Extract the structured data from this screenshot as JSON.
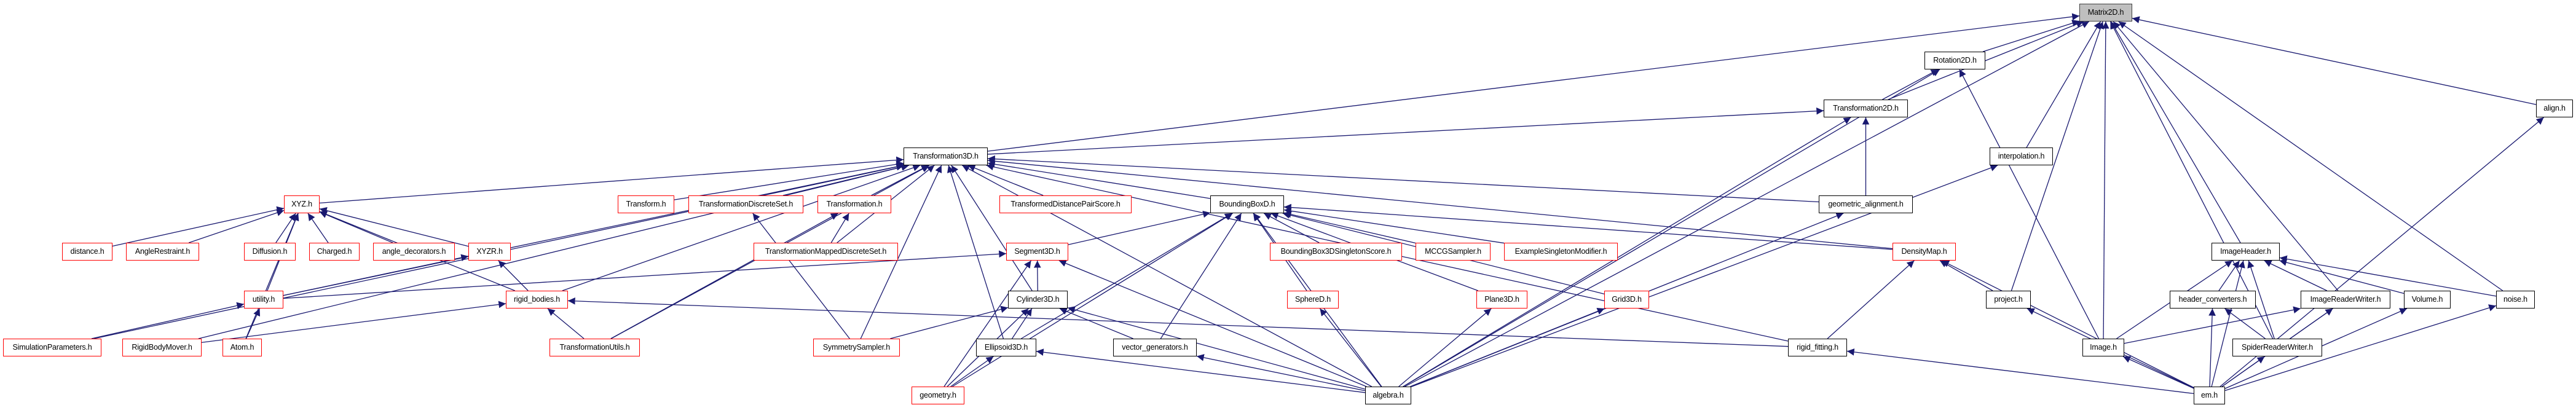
{
  "colors": {
    "edge": "#191970",
    "red_border": "#ff0000",
    "black_border": "#000000",
    "root_fill": "#bfbfbf"
  },
  "nodes": [
    {
      "label": "Matrix2D.h",
      "kind": "root"
    },
    {
      "label": "Rotation2D.h",
      "kind": "normal"
    },
    {
      "label": "Transformation2D.h",
      "kind": "normal"
    },
    {
      "label": "align.h",
      "kind": "normal"
    },
    {
      "label": "Transformation3D.h",
      "kind": "normal"
    },
    {
      "label": "interpolation.h",
      "kind": "normal"
    },
    {
      "label": "XYZ.h",
      "kind": "truncated"
    },
    {
      "label": "Transform.h",
      "kind": "truncated"
    },
    {
      "label": "TransformationDiscreteSet.h",
      "kind": "truncated"
    },
    {
      "label": "Transformation.h",
      "kind": "truncated"
    },
    {
      "label": "TransformedDistancePairScore.h",
      "kind": "truncated"
    },
    {
      "label": "BoundingBoxD.h",
      "kind": "normal"
    },
    {
      "label": "geometric_alignment.h",
      "kind": "normal"
    },
    {
      "label": "distance.h",
      "kind": "truncated"
    },
    {
      "label": "AngleRestraint.h",
      "kind": "truncated"
    },
    {
      "label": "Diffusion.h",
      "kind": "truncated"
    },
    {
      "label": "Charged.h",
      "kind": "truncated"
    },
    {
      "label": "angle_decorators.h",
      "kind": "truncated"
    },
    {
      "label": "XYZR.h",
      "kind": "truncated"
    },
    {
      "label": "TransformationMappedDiscreteSet.h",
      "kind": "truncated"
    },
    {
      "label": "BoundingBox3DSingletonScore.h",
      "kind": "truncated"
    },
    {
      "label": "MCCGSampler.h",
      "kind": "truncated"
    },
    {
      "label": "ExampleSingletonModifier.h",
      "kind": "truncated"
    },
    {
      "label": "DensityMap.h",
      "kind": "truncated"
    },
    {
      "label": "ImageHeader.h",
      "kind": "normal"
    },
    {
      "label": "utility.h",
      "kind": "truncated"
    },
    {
      "label": "rigid_bodies.h",
      "kind": "truncated"
    },
    {
      "label": "Segment3D.h",
      "kind": "truncated"
    },
    {
      "label": "Cylinder3D.h",
      "kind": "normal"
    },
    {
      "label": "SphereD.h",
      "kind": "truncated"
    },
    {
      "label": "Plane3D.h",
      "kind": "truncated"
    },
    {
      "label": "Grid3D.h",
      "kind": "truncated"
    },
    {
      "label": "project.h",
      "kind": "normal"
    },
    {
      "label": "header_converters.h",
      "kind": "normal"
    },
    {
      "label": "ImageReaderWriter.h",
      "kind": "normal"
    },
    {
      "label": "Volume.h",
      "kind": "normal"
    },
    {
      "label": "noise.h",
      "kind": "normal"
    },
    {
      "label": "SimulationParameters.h",
      "kind": "truncated"
    },
    {
      "label": "RigidBodyMover.h",
      "kind": "truncated"
    },
    {
      "label": "Atom.h",
      "kind": "truncated"
    },
    {
      "label": "TransformationUtils.h",
      "kind": "truncated"
    },
    {
      "label": "SymmetrySampler.h",
      "kind": "truncated"
    },
    {
      "label": "Ellipsoid3D.h",
      "kind": "normal"
    },
    {
      "label": "vector_generators.h",
      "kind": "normal"
    },
    {
      "label": "rigid_fitting.h",
      "kind": "normal"
    },
    {
      "label": "Image.h",
      "kind": "normal"
    },
    {
      "label": "SpiderReaderWriter.h",
      "kind": "normal"
    },
    {
      "label": "geometry.h",
      "kind": "truncated"
    },
    {
      "label": "algebra.h",
      "kind": "normal"
    },
    {
      "label": "em.h",
      "kind": "normal"
    }
  ],
  "edges": [
    [
      1,
      0
    ],
    [
      2,
      0
    ],
    [
      5,
      0
    ],
    [
      45,
      0
    ],
    [
      32,
      0
    ],
    [
      24,
      0
    ],
    [
      34,
      0
    ],
    [
      46,
      0
    ],
    [
      36,
      0
    ],
    [
      3,
      0
    ],
    [
      48,
      0
    ],
    [
      4,
      0
    ],
    [
      2,
      1
    ],
    [
      45,
      1
    ],
    [
      48,
      1
    ],
    [
      12,
      2
    ],
    [
      4,
      2
    ],
    [
      48,
      2
    ],
    [
      48,
      5
    ],
    [
      6,
      4
    ],
    [
      7,
      4
    ],
    [
      8,
      4
    ],
    [
      9,
      4
    ],
    [
      10,
      4
    ],
    [
      11,
      4
    ],
    [
      12,
      4
    ],
    [
      26,
      4
    ],
    [
      40,
      4
    ],
    [
      41,
      4
    ],
    [
      42,
      4
    ],
    [
      28,
      4
    ],
    [
      25,
      4
    ],
    [
      38,
      4
    ],
    [
      37,
      4
    ],
    [
      23,
      4
    ],
    [
      44,
      4
    ],
    [
      48,
      4
    ],
    [
      19,
      4
    ],
    [
      13,
      6
    ],
    [
      14,
      6
    ],
    [
      15,
      6
    ],
    [
      16,
      6
    ],
    [
      17,
      6
    ],
    [
      18,
      6
    ],
    [
      26,
      6
    ],
    [
      39,
      6
    ],
    [
      25,
      6
    ],
    [
      26,
      18
    ],
    [
      25,
      18
    ],
    [
      19,
      9
    ],
    [
      40,
      9
    ],
    [
      41,
      8
    ],
    [
      40,
      26
    ],
    [
      38,
      26
    ],
    [
      44,
      26
    ],
    [
      37,
      25
    ],
    [
      39,
      25
    ],
    [
      27,
      11
    ],
    [
      20,
      11
    ],
    [
      21,
      11
    ],
    [
      22,
      11
    ],
    [
      29,
      11
    ],
    [
      30,
      11
    ],
    [
      31,
      11
    ],
    [
      23,
      11
    ],
    [
      42,
      11
    ],
    [
      43,
      11
    ],
    [
      47,
      11
    ],
    [
      48,
      11
    ],
    [
      28,
      27
    ],
    [
      25,
      27
    ],
    [
      47,
      27
    ],
    [
      48,
      27
    ],
    [
      42,
      28
    ],
    [
      41,
      28
    ],
    [
      47,
      28
    ],
    [
      43,
      28
    ],
    [
      48,
      28
    ],
    [
      47,
      42
    ],
    [
      48,
      42
    ],
    [
      48,
      43
    ],
    [
      48,
      29
    ],
    [
      48,
      30
    ],
    [
      48,
      31
    ],
    [
      48,
      12
    ],
    [
      44,
      23
    ],
    [
      32,
      23
    ],
    [
      49,
      23
    ],
    [
      49,
      44
    ],
    [
      49,
      32
    ],
    [
      49,
      45
    ],
    [
      33,
      24
    ],
    [
      34,
      24
    ],
    [
      35,
      24
    ],
    [
      36,
      24
    ],
    [
      46,
      24
    ],
    [
      45,
      24
    ],
    [
      49,
      24
    ],
    [
      46,
      33
    ],
    [
      49,
      33
    ],
    [
      46,
      34
    ],
    [
      49,
      34
    ],
    [
      45,
      34
    ],
    [
      49,
      35
    ],
    [
      49,
      36
    ],
    [
      49,
      46
    ],
    [
      49,
      3
    ]
  ]
}
